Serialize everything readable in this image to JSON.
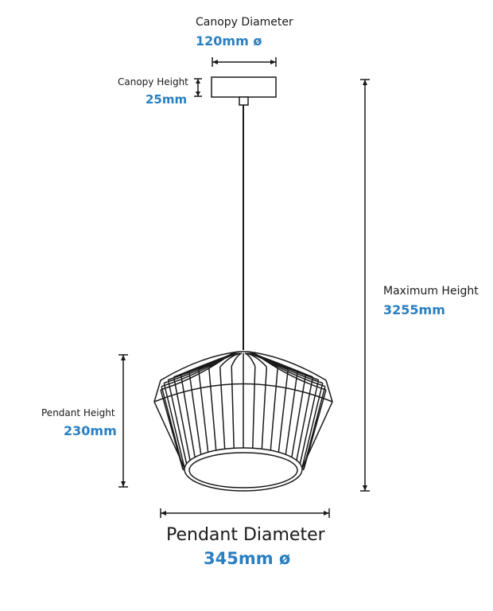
{
  "dimensions": {
    "canopy_diameter": {
      "label": "Canopy Diameter",
      "value": "120mm ø"
    },
    "canopy_height": {
      "label": "Canopy Height",
      "value": "25mm"
    },
    "maximum_height": {
      "label": "Maximum Height",
      "value": "3255mm"
    },
    "pendant_height": {
      "label": "Pendant Height",
      "value": "230mm"
    },
    "pendant_diameter": {
      "label": "Pendant Diameter",
      "value": "345mm ø"
    }
  },
  "colors": {
    "value_text": "#2a7fc1",
    "line": "#1a1a1a"
  }
}
